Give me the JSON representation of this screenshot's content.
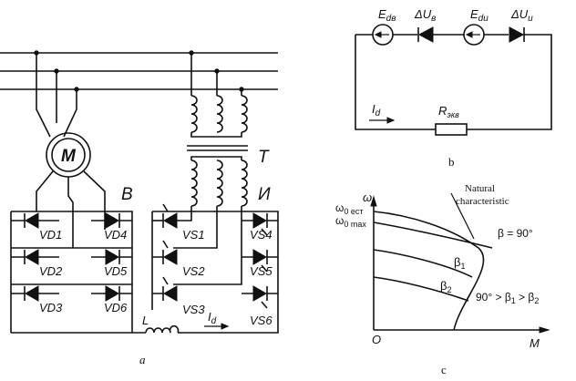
{
  "diagram_a": {
    "motor": "M",
    "transformer": "T",
    "rectifier_label": "B",
    "inverter_label": "И",
    "diodes_left": [
      "VD1",
      "VD2",
      "VD3"
    ],
    "diodes_right": [
      "VD4",
      "VD5",
      "VD6"
    ],
    "thyristors_left": [
      "VS1",
      "VS2",
      "VS3"
    ],
    "thyristors_right": [
      "VS4",
      "VS5",
      "VS6"
    ],
    "inductor": "L",
    "current": "I",
    "current_sub": "d",
    "caption": "a"
  },
  "diagram_b": {
    "edv": "E",
    "edv_sub": "dв",
    "duv": "ΔU",
    "duv_sub": "в",
    "edi": "E",
    "edi_sub": "dи",
    "dui": "ΔU",
    "dui_sub": "и",
    "current": "I",
    "current_sub": "d",
    "resistor": "R",
    "resistor_sub": "экв",
    "caption": "b"
  },
  "diagram_c": {
    "y_axis": "ω",
    "w0_est": "ω",
    "w0_est_sub": "0 ест",
    "w0_max": "ω",
    "w0_max_sub": "0 max",
    "natural_1": "Natural",
    "natural_2": "characteristic",
    "beta90": "β = 90°",
    "beta1": "β",
    "beta1_sub": "1",
    "beta2": "β",
    "beta2_sub": "2",
    "inequality": "90° > β",
    "ineq_sub1": "1",
    "ineq_mid": " > β",
    "ineq_sub2": "2",
    "origin": "O",
    "x_axis": "M",
    "caption": "c"
  }
}
